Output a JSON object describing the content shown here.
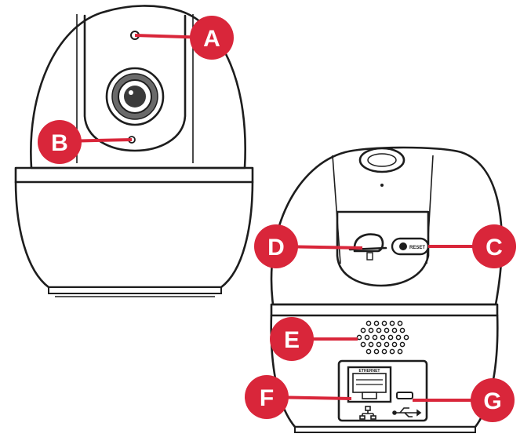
{
  "accent_color": "#d9263a",
  "line_color": "#1d1d1d",
  "callouts": {
    "A": "A",
    "B": "B",
    "C": "C",
    "D": "D",
    "E": "E",
    "F": "F",
    "G": "G"
  },
  "rear_labels": {
    "reset": "RESET",
    "ethernet_port": "ETHERNET",
    "usb_symbol": "usb-icon",
    "network_symbol": "network-icon",
    "sd_symbol": "sd-card-icon"
  }
}
